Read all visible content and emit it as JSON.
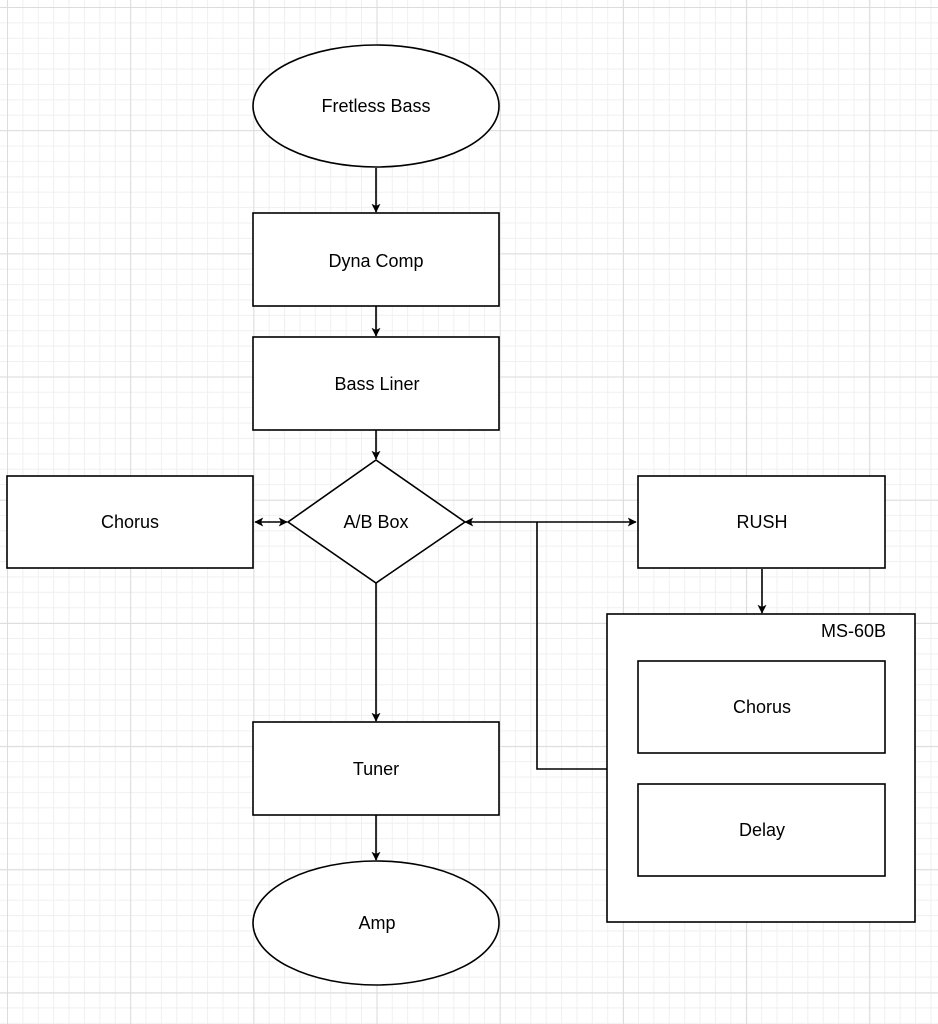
{
  "diagram": {
    "nodes": {
      "fretless_bass": "Fretless Bass",
      "dyna_comp": "Dyna Comp",
      "bass_liner": "Bass Liner",
      "ab_box": "A/B Box",
      "chorus_left": "Chorus",
      "rush": "RUSH",
      "ms60b": "MS-60B",
      "ms60b_chorus": "Chorus",
      "ms60b_delay": "Delay",
      "tuner": "Tuner",
      "amp": "Amp"
    }
  }
}
